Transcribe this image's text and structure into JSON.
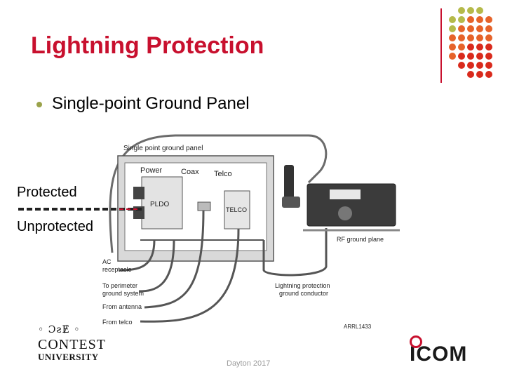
{
  "slide": {
    "title": "Lightning Protection",
    "bullet": "Single-point Ground Panel",
    "footer": "Dayton 2017"
  },
  "overlay": {
    "protected": "Protected",
    "unprotected": "Unprotected"
  },
  "diagram": {
    "panel_title": "Single point ground panel",
    "power": "Power",
    "coax": "Coax",
    "telco": "Telco",
    "pldo": "PLDO",
    "telco_box": "TELCO",
    "rf_ground_plane": "RF ground plane",
    "ac_receptacle_1": "AC",
    "ac_receptacle_2": "receptacle",
    "perimeter_1": "To perimeter",
    "perimeter_2": "ground system",
    "from_antenna": "From antenna",
    "from_telco": "From telco",
    "lightning_1": "Lightning protection",
    "lightning_2": "ground conductor",
    "arrl": "ARRL1433"
  },
  "logos": {
    "cu_top": "◦ ƆƨɆ ◦",
    "contest": "CONTEST",
    "university": "UNIVERSITY",
    "icom": "ICOM"
  },
  "colors": {
    "title": "#c8102e",
    "dot_olive": "#b5ba4a",
    "dot_orange": "#e6632a",
    "dot_red": "#d92a1c"
  }
}
